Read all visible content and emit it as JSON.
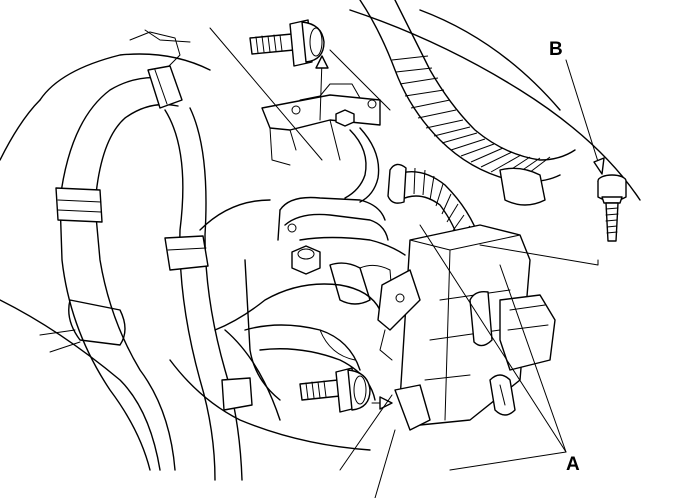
{
  "labels": {
    "a": "A",
    "b": "B"
  },
  "icons": {
    "bolt_top": "flange-bolt",
    "bolt_b": "flange-bolt",
    "bolt_lower": "flange-bolt",
    "nut_mid": "nut"
  }
}
